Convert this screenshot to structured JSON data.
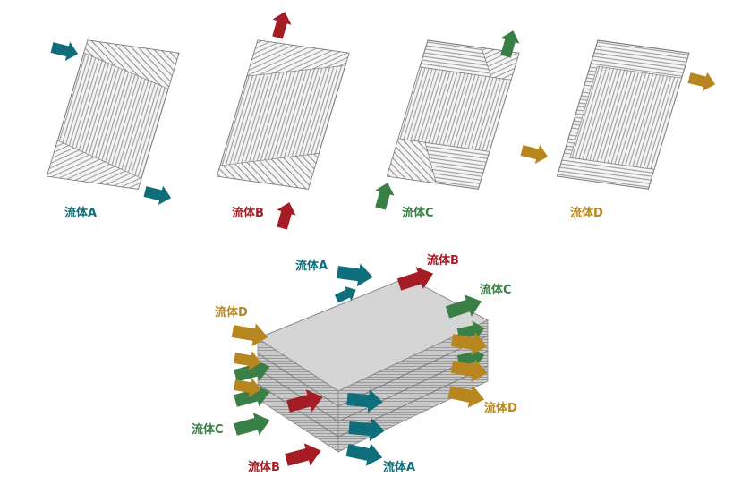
{
  "colors": {
    "fluid_a": "#0e6f7a",
    "fluid_b": "#a51c25",
    "fluid_c": "#3a7f45",
    "fluid_d": "#b8861e",
    "plate_face": "#ececec",
    "plate_stroke": "#7a7a7a",
    "stack_top": "#d5d5d5",
    "stack_side": "#bdbdbd"
  },
  "top_row": [
    {
      "label": "流体A",
      "color_key": "fluid_a"
    },
    {
      "label": "流体B",
      "color_key": "fluid_b"
    },
    {
      "label": "流体C",
      "color_key": "fluid_c"
    },
    {
      "label": "流体D",
      "color_key": "fluid_d"
    }
  ],
  "stack_labels": {
    "a_top": "流体A",
    "b_top": "流体B",
    "c_top": "流体C",
    "d_left": "流体D",
    "d_right": "流体D",
    "c_left": "流体C",
    "b_bottom": "流体B",
    "a_bottom": "流体A"
  }
}
